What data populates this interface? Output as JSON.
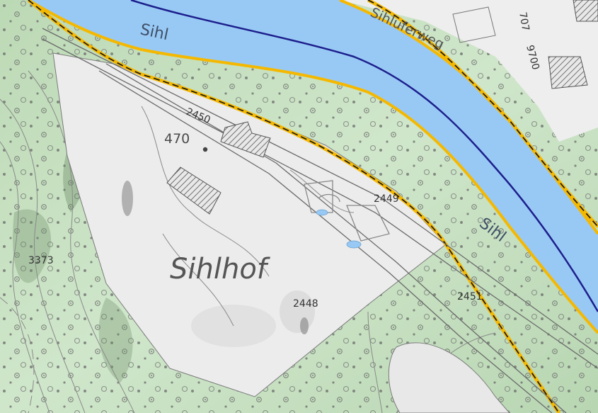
{
  "map": {
    "place_name": "Sihlhof",
    "river_label_top": "Sihl",
    "river_label_right": "Sihl",
    "street_label": "Sihluferweg",
    "elevation_label": "470",
    "parcel_numbers": {
      "p2450": "2450",
      "p2449": "2449",
      "p2448": "2448",
      "p2451": "2451",
      "p3373": "3373",
      "p9700": "9700",
      "p707": "707"
    },
    "colors": {
      "forest": "#c9e3c4",
      "river": "#98c9f5",
      "river_centerline": "#1d1f8c",
      "boundary_yellow": "#f5b800",
      "boundary_dash": "#111111",
      "building_hatch": "#555555",
      "clearing": "#ececec"
    }
  }
}
